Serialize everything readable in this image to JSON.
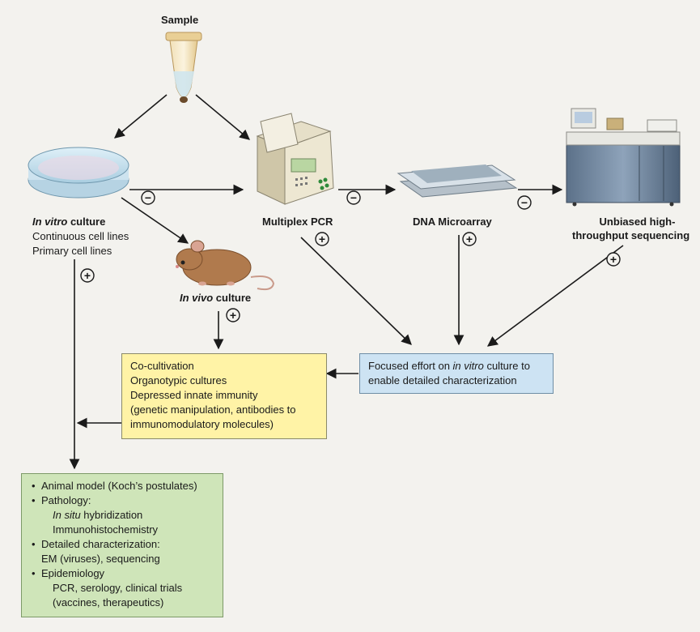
{
  "sample": {
    "label": "Sample"
  },
  "in_vitro": {
    "label_italic": "In vitro",
    "label_rest": " culture",
    "line1": "Continuous cell lines",
    "line2": "Primary cell lines"
  },
  "in_vivo": {
    "label_italic": "In vivo",
    "label_rest": " culture"
  },
  "pcr": {
    "label": "Multiplex PCR"
  },
  "microarray": {
    "label": "DNA Microarray"
  },
  "sequencing": {
    "line1": "Unbiased high-",
    "line2": "throughput sequencing"
  },
  "signs": {
    "plus": "+",
    "minus": "−"
  },
  "yellow_box": {
    "line1": "Co-cultivation",
    "line2": "Organotypic cultures",
    "line3": "Depressed innate immunity",
    "line4": "(genetic manipulation, antibodies to",
    "line5": "immunomodulatory molecules)"
  },
  "blue_box": {
    "line1_a": "Focused effort on ",
    "line1_italic": "in vitro",
    "line1_b": " culture to",
    "line2": "enable detailed characterization"
  },
  "green_box": {
    "item1": "Animal model (Koch’s postulates)",
    "item2": "Pathology:",
    "item2_sub1_italic": "In situ",
    "item2_sub1_rest": " hybridization",
    "item2_sub2": "Immunohistochemistry",
    "item3": "Detailed characterization:",
    "item3_sub1": "EM (viruses), sequencing",
    "item4": "Epidemiology",
    "item4_sub1": "PCR, serology, clinical trials",
    "item4_sub2": "(vaccines, therapeutics)"
  }
}
